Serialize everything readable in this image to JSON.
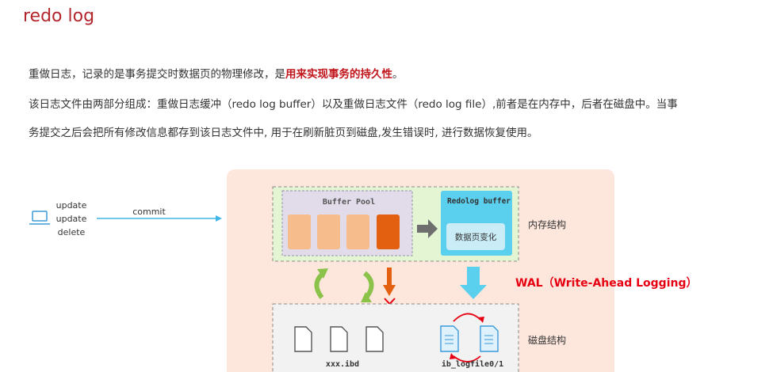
{
  "title": "redo log",
  "paragraphs": {
    "p1_prefix": "重做日志，记录的是事务提交时数据页的物理修改，是",
    "p1_highlight": "用来实现事务的持久性",
    "p1_suffix": "。",
    "p2": "该日志文件由两部分组成：重做日志缓冲（redo log buffer）以及重做日志文件（redo log file）,前者是在内存中，后者在磁盘中。当事",
    "p3": "务提交之后会把所有修改信息都存到该日志文件中, 用于在刷新脏页到磁盘,发生错误时, 进行数据恢复使用。"
  },
  "diagram": {
    "client_ops": [
      "update",
      "update",
      "delete"
    ],
    "commit_label": "commit",
    "buffer_pool_label": "Buffer Pool",
    "redolog_buffer_label": "Redolog buffer",
    "page_change_label": "数据页变化",
    "memory_label": "内存结构",
    "wal_label": "WAL（Write-Ahead Logging）",
    "disk_label": "磁盘结构",
    "ibd_label": "xxx.ibd",
    "logfile_label": "ib_logfile0/1",
    "colors": {
      "title": "#b3262b",
      "highlight": "#c0161c",
      "panel_bg": "#fde6dc",
      "memory_bg": "#e3f5d3",
      "buffer_pool_bg": "#e2dcea",
      "redolog_bg": "#5bd0ee",
      "page_light": "#f7bc8b",
      "page_dark": "#e2600f",
      "arrow_blue": "#41b6e6",
      "wal_red": "#e60012"
    }
  }
}
